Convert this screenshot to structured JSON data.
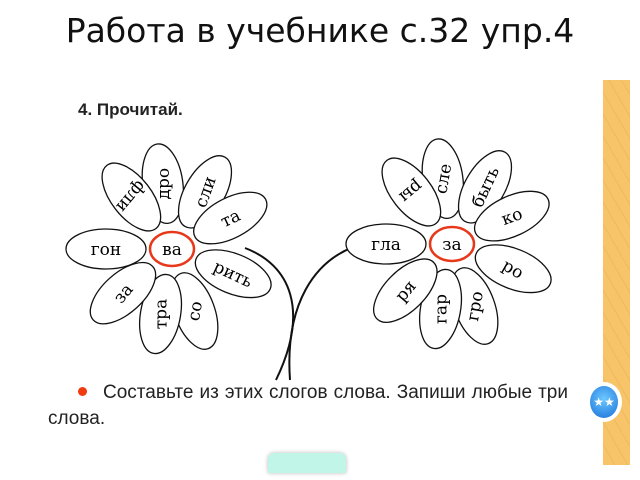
{
  "slide": {
    "title": "Работа в учебнике с.32 упр.4"
  },
  "exercise": {
    "label": "4. Прочитай.",
    "task": "Составьте из этих слогов слова. Запиши любые три слова.",
    "bullet_color": "#f03a10",
    "left_flower": {
      "center": "ва",
      "petals": [
        "дро",
        "сли",
        "та",
        "рить",
        "со",
        "тра",
        "за",
        "гон",
        "фли"
      ]
    },
    "right_flower": {
      "center": "за",
      "petals": [
        "сле",
        "быть",
        "ко",
        "ро",
        "гро",
        "гар",
        "ря",
        "гла",
        "ры"
      ]
    }
  },
  "colors": {
    "center_ring": "#e8381a",
    "side_strip": "#f7c46a"
  },
  "icons": {
    "badge": "stars-badge-icon"
  }
}
